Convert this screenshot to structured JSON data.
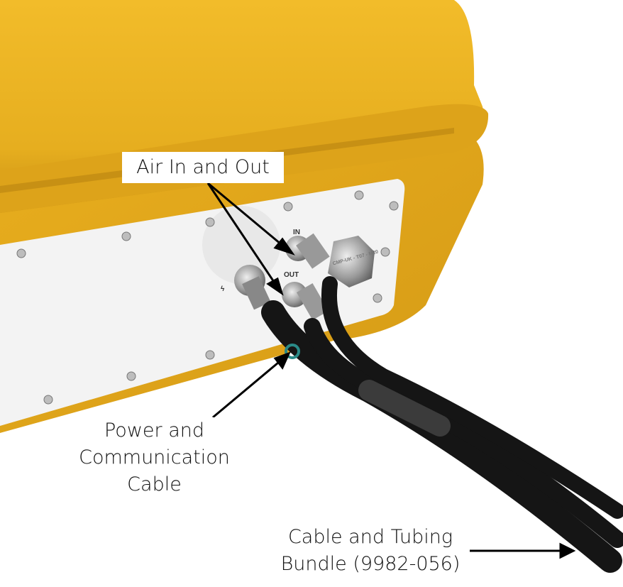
{
  "callouts": {
    "air": "Air In and Out",
    "power": [
      "Power and",
      "Communication",
      "Cable"
    ],
    "bundle": [
      "Cable and Tubing",
      "Bundle (9982-056)"
    ]
  },
  "panel_labels": {
    "in": "IN",
    "out": "OUT",
    "power_symbol": "ϟ",
    "gland": "CMP-UK - T07 - M20"
  },
  "colors": {
    "enclosure": "#E9B01E",
    "panel": "#F4F4F4",
    "cable": "#151515",
    "arrow": "#000000"
  }
}
